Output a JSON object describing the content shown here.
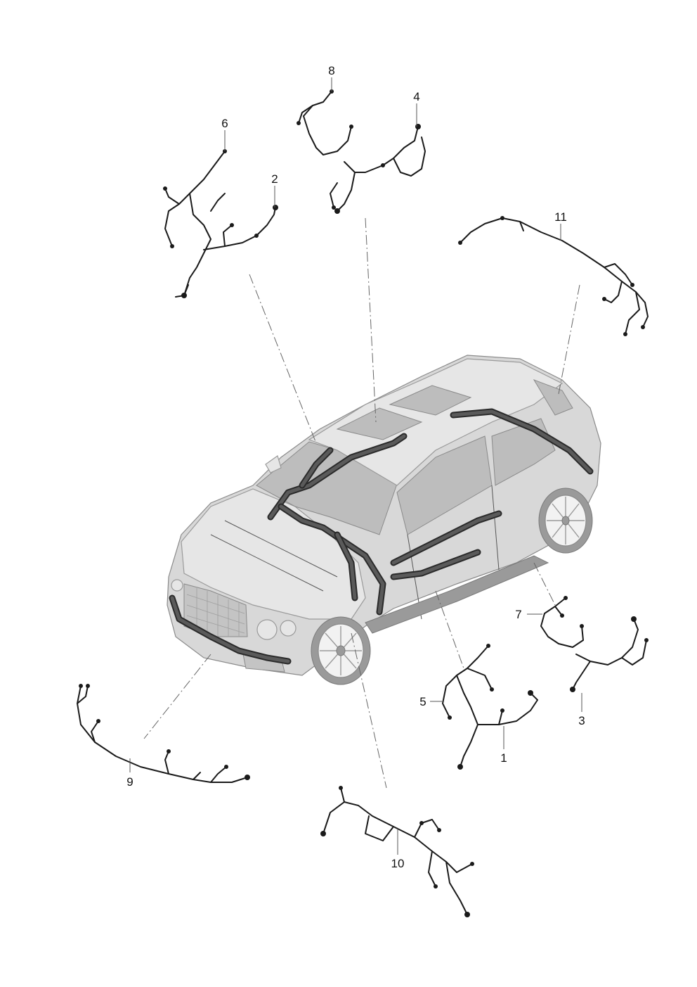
{
  "diagram": {
    "callouts": [
      {
        "id": "1",
        "label": "1"
      },
      {
        "id": "2",
        "label": "2"
      },
      {
        "id": "3",
        "label": "3"
      },
      {
        "id": "4",
        "label": "4"
      },
      {
        "id": "5",
        "label": "5"
      },
      {
        "id": "6",
        "label": "6"
      },
      {
        "id": "7",
        "label": "7"
      },
      {
        "id": "8",
        "label": "8"
      },
      {
        "id": "9",
        "label": "9"
      },
      {
        "id": "10",
        "label": "10"
      },
      {
        "id": "11",
        "label": "11"
      }
    ],
    "colors": {
      "line": "#1a1a1a",
      "vehicle": "#d8d8d8",
      "background": "#ffffff"
    }
  }
}
